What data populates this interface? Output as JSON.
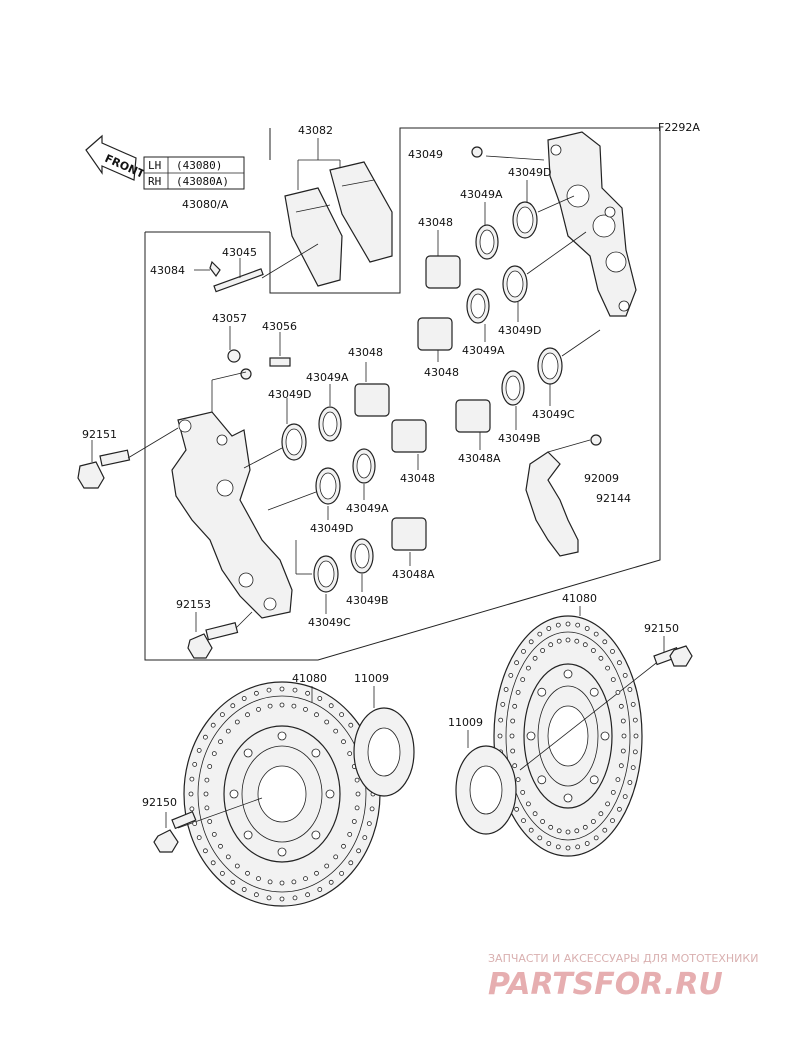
{
  "diagram_code": "F2292A",
  "front_label": "FRONT",
  "legend": [
    {
      "side": "LH",
      "part": "(43080)"
    },
    {
      "side": "RH",
      "part": "(43080A)"
    }
  ],
  "labels": {
    "p43082": "43082",
    "p43080A": "43080/A",
    "p43045": "43045",
    "p43084": "43084",
    "p43057": "43057",
    "p43056": "43056",
    "p92151": "92151",
    "p92153": "92153",
    "p43049D_a": "43049D",
    "p43049A_a": "43049A",
    "p43048_a": "43048",
    "p43048_b": "43048",
    "p43049D_b": "43049D",
    "p43049A_b": "43049A",
    "p43049B_a": "43049B",
    "p43049C_a": "43049C",
    "p43048A_a": "43048A",
    "p43049": "43049",
    "p43049D_c": "43049D",
    "p43049A_c": "43049A",
    "p43048_c": "43048",
    "p43049D_d": "43049D",
    "p43049A_d": "43049A",
    "p43048_d": "43048",
    "p43049C_b": "43049C",
    "p43049B_b": "43049B",
    "p43048A_b": "43048A",
    "p92009": "92009",
    "p92144": "92144",
    "p41080_a": "41080",
    "p41080_b": "41080",
    "p11009_a": "11009",
    "p11009_b": "11009",
    "p92150_a": "92150",
    "p92150_b": "92150"
  },
  "watermark": {
    "tagline": "ЗАПЧАСТИ И АКСЕССУАРЫ ДЛЯ МОТОТЕХНИКИ",
    "brand": "PARTSFOR.RU"
  }
}
